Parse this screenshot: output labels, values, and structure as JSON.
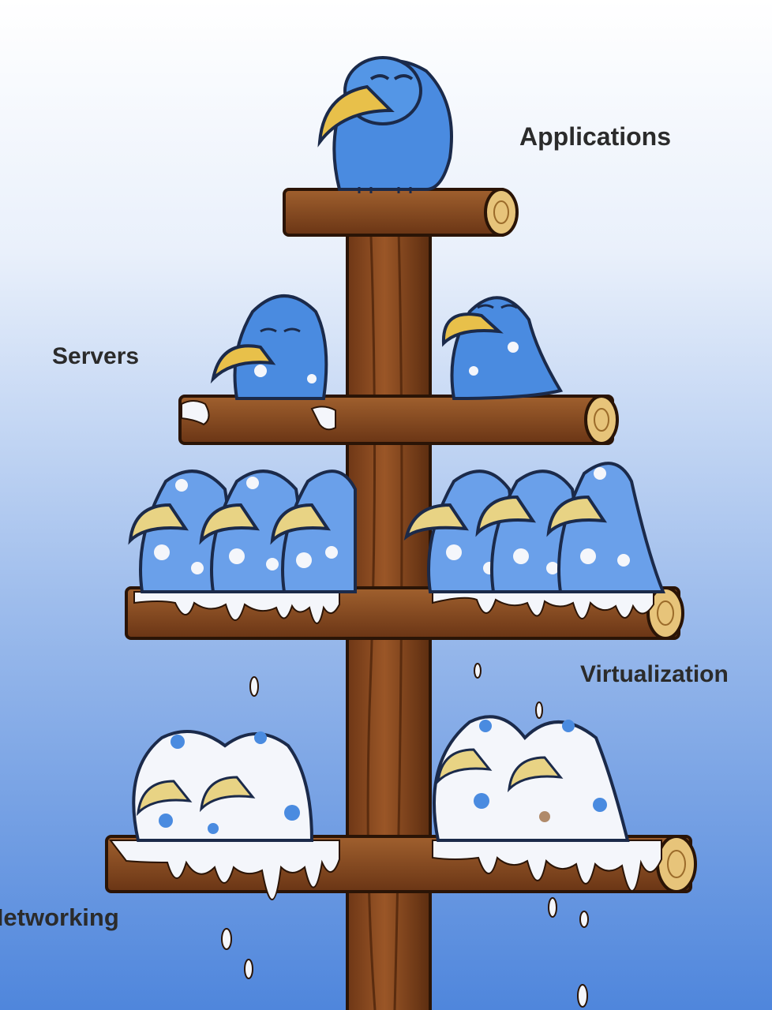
{
  "labels": {
    "applications": "Applications",
    "servers": "Servers",
    "virtualization": "Virtualization",
    "networking": "Networking"
  },
  "colors": {
    "sky_top": "#ffffff",
    "sky_bottom": "#4f86dc",
    "wood": "#8a4b22",
    "bird_blue": "#4a8be0",
    "beak": "#e8c04a",
    "snow": "#f4f6fb"
  }
}
